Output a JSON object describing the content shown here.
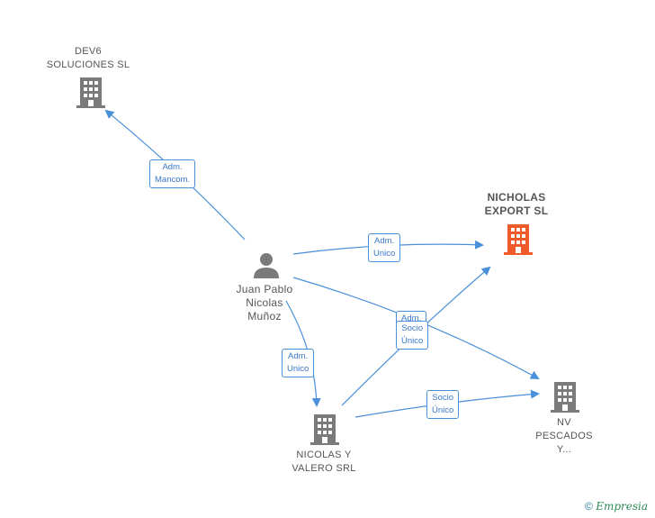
{
  "nodes": {
    "dev6": {
      "line1": "DEV6",
      "line2": "SOLUCIONES SL"
    },
    "nicholas": {
      "line1": "NICHOLAS",
      "line2": "EXPORT  SL"
    },
    "person": {
      "line1": "Juan Pablo",
      "line2": "Nicolas",
      "line3": "Muñoz"
    },
    "nicolas_valero": {
      "line1": "NICOLAS Y",
      "line2": "VALERO SRL"
    },
    "nv_pescados": {
      "line1": "NV",
      "line2": "PESCADOS",
      "line3": "Y..."
    }
  },
  "edges": {
    "adm_mancom": {
      "line1": "Adm.",
      "line2": "Mancom."
    },
    "adm_unico_1": {
      "line1": "Adm.",
      "line2": "Unico"
    },
    "adm_hidden": {
      "line1": "Adm."
    },
    "socio_unico_1": {
      "line1": "Socio",
      "line2": "Único"
    },
    "adm_unico_2": {
      "line1": "Adm.",
      "line2": "Unico"
    },
    "socio_unico_2": {
      "line1": "Socio",
      "line2": "Único"
    }
  },
  "footer": {
    "copyright": "©",
    "brand": "Empresia"
  },
  "colors": {
    "edge": "#4a90d9",
    "building": "#7a7a7a",
    "highlight": "#ee5a2a"
  }
}
